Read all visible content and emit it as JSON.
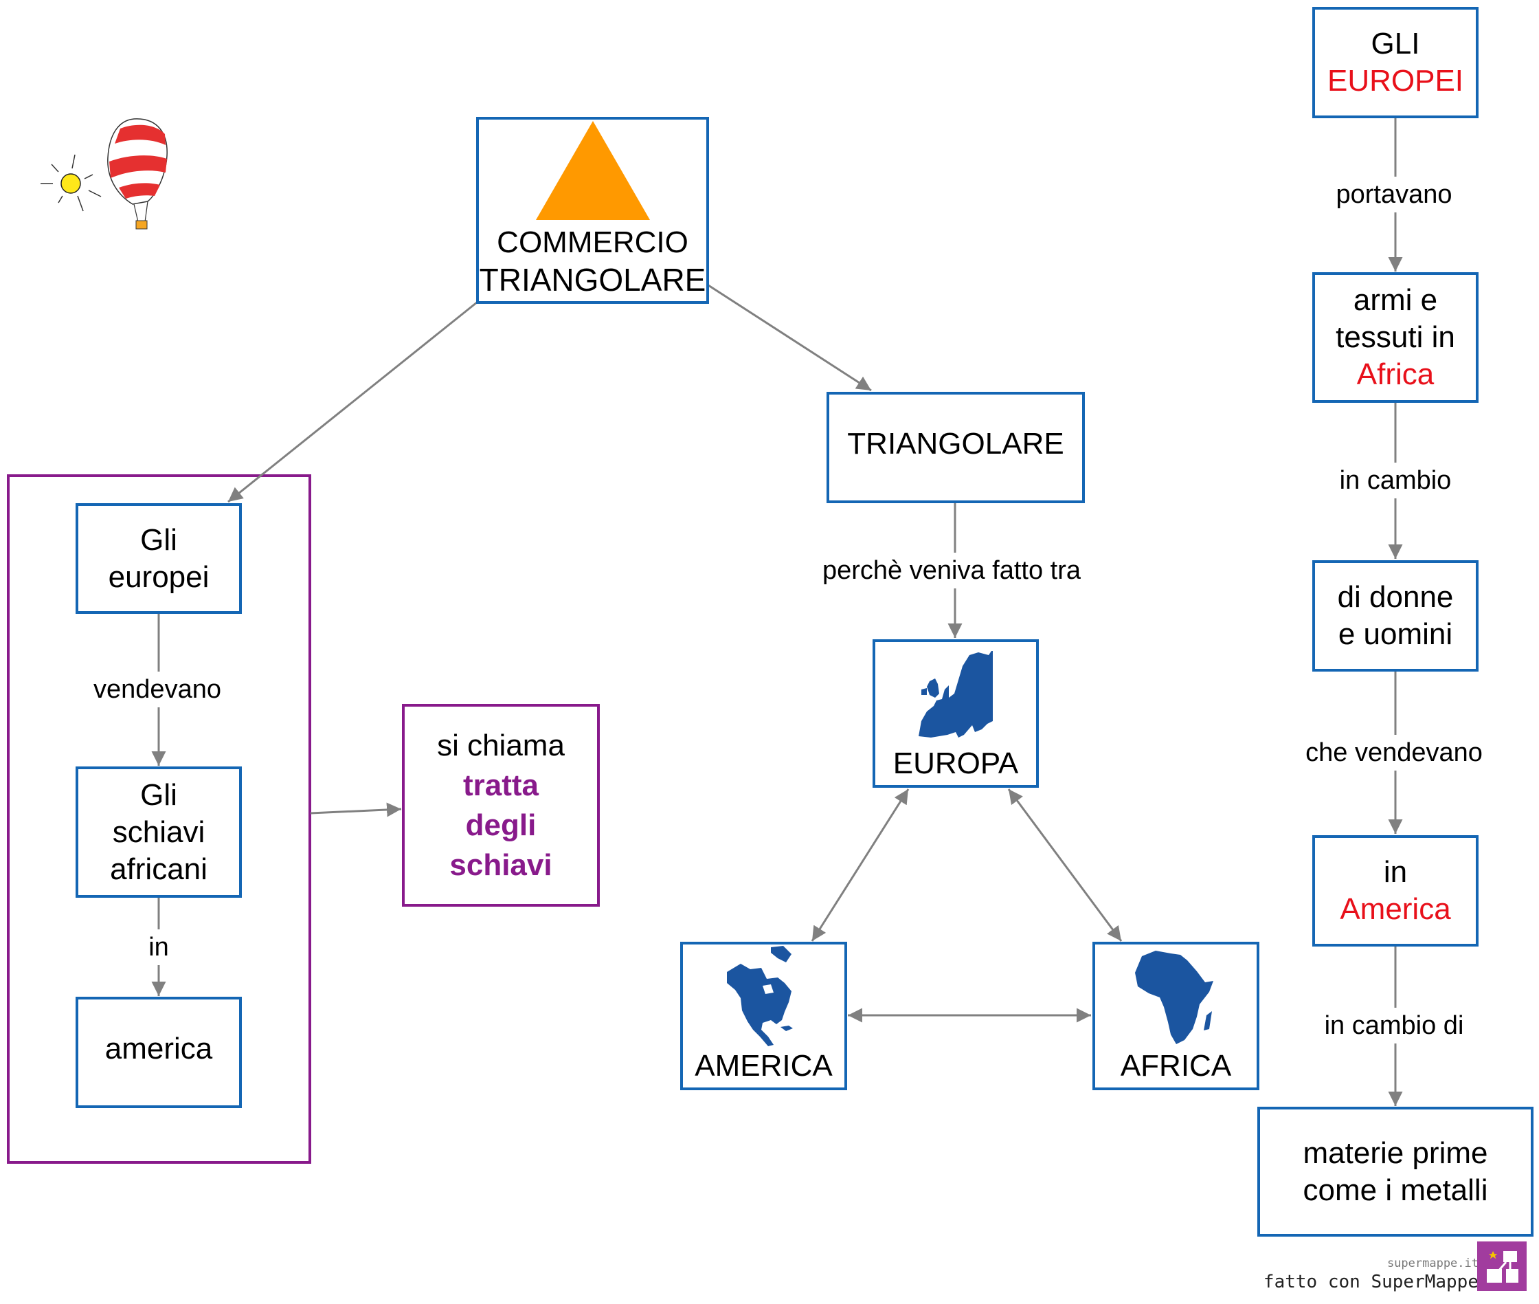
{
  "map_title": "COMMERCIO TRIANGOLARE",
  "colors": {
    "node_border": "#1466b4",
    "group_border": "#881a8b",
    "highlight_red": "#e8101a",
    "highlight_purple": "#881a8b",
    "triangle": "#ff9900",
    "continent_fill": "#1b55a0",
    "edge": "#808080"
  },
  "nodes": {
    "main": {
      "line1": "COMMERCIO",
      "line2": "TRIANGOLARE",
      "icon": "orange-triangle"
    },
    "triangolare": {
      "text": "TRIANGOLARE"
    },
    "europa": {
      "text": "EUROPA",
      "icon": "europe-map"
    },
    "america_map": {
      "text": "AMERICA",
      "icon": "north-america-map"
    },
    "africa_map": {
      "text": "AFRICA",
      "icon": "africa-map"
    },
    "gli_europei_left": {
      "line1": "Gli",
      "line2": "europei"
    },
    "gli_schiavi": {
      "line1": "Gli",
      "line2": "schiavi",
      "line3": "africani"
    },
    "america_left": {
      "text": "america"
    },
    "si_chiama": {
      "line1": "si chiama",
      "line2": "tratta",
      "line3": "degli",
      "line4": "schiavi"
    },
    "gli_europei_right": {
      "line1": "GLI",
      "line2": "EUROPEI"
    },
    "armi": {
      "line1": "armi e",
      "line2": "tessuti in",
      "line3": "Africa"
    },
    "donne": {
      "line1": "di donne",
      "line2": "e uomini"
    },
    "in_america": {
      "line1": "in",
      "line2": "America"
    },
    "materie": {
      "line1": "materie prime",
      "line2": "come i metalli"
    }
  },
  "edge_labels": {
    "triangolare_europa": "perchè veniva fatto tra",
    "europei_schiavi": "vendevano",
    "schiavi_america": "in",
    "europei_armi": "portavano",
    "armi_donne": "in cambio",
    "donne_america": "che vendevano",
    "america_materie": "in cambio di"
  },
  "footer": {
    "site": "supermappe.it",
    "credit": "fatto con SuperMappe"
  },
  "decoration": {
    "icon": "hot-air-balloon-with-sun"
  }
}
